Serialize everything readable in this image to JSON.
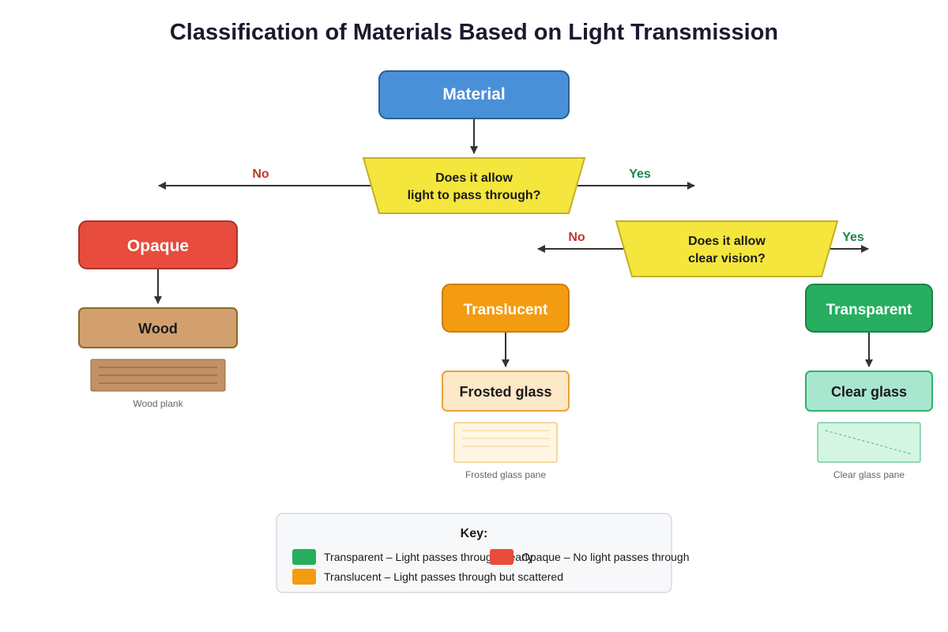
{
  "title": "Classification of Materials Based on Light Transmission",
  "nodes": {
    "material": {
      "label": "Material",
      "fill": "#4a90d9",
      "stroke": "#2c5f94"
    },
    "q_light": {
      "line1": "Does it allow",
      "line2": "light to pass through?",
      "fill": "#f5e63d",
      "stroke": "#c2b02a"
    },
    "q_clear": {
      "line1": "Does it allow",
      "line2": "clear vision?",
      "fill": "#f5e63d",
      "stroke": "#c2b02a"
    },
    "opaque": {
      "label": "Opaque",
      "fill": "#e74c3c",
      "stroke": "#a8342a"
    },
    "translucent": {
      "label": "Translucent",
      "fill": "#f39c12",
      "stroke": "#c97d0c"
    },
    "transparent": {
      "label": "Transparent",
      "fill": "#27ae60",
      "stroke": "#1d8247"
    },
    "wood": {
      "label": "Wood",
      "fill": "#d2a06e",
      "stroke": "#8a6a2a"
    },
    "frosted": {
      "label": "Frosted glass",
      "fill": "#fde8c8",
      "stroke": "#e8a23a"
    },
    "clear": {
      "label": "Clear glass",
      "fill": "#a8e6cf",
      "stroke": "#2db36a"
    }
  },
  "branches": {
    "light_no": {
      "label": "No",
      "color": "#c0392b"
    },
    "light_yes": {
      "label": "Yes",
      "color": "#1e8449"
    },
    "clear_no": {
      "label": "No",
      "color": "#c0392b"
    },
    "clear_yes": {
      "label": "Yes",
      "color": "#1e8449"
    }
  },
  "illustrations": {
    "wood_plank": {
      "caption": "Wood plank"
    },
    "frosted_pane": {
      "caption": "Frosted glass pane"
    },
    "clear_pane": {
      "caption": "Clear glass pane"
    }
  },
  "key": {
    "title": "Key:",
    "items": [
      {
        "color": "#27ae60",
        "text": "Transparent – Light passes through clearly"
      },
      {
        "color": "#e74c3c",
        "text": "Opaque – No light passes through"
      },
      {
        "color": "#f39c12",
        "text": "Translucent – Light passes through but scattered"
      }
    ]
  }
}
